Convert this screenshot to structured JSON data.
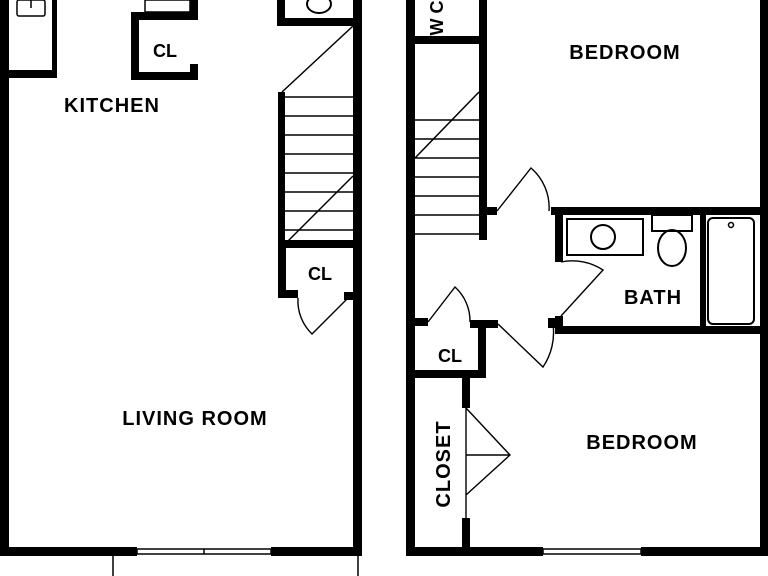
{
  "labels": {
    "kitchen": "KITCHEN",
    "living_room": "LIVING ROOM",
    "bedroom_top": "BEDROOM",
    "bedroom_bottom": "BEDROOM",
    "bath": "BATH",
    "closet_kitchen": "CL",
    "closet_stair": "CL",
    "closet_hall": "CL",
    "closet_bedroom": "CLOSET",
    "closet_partial": "W C"
  }
}
